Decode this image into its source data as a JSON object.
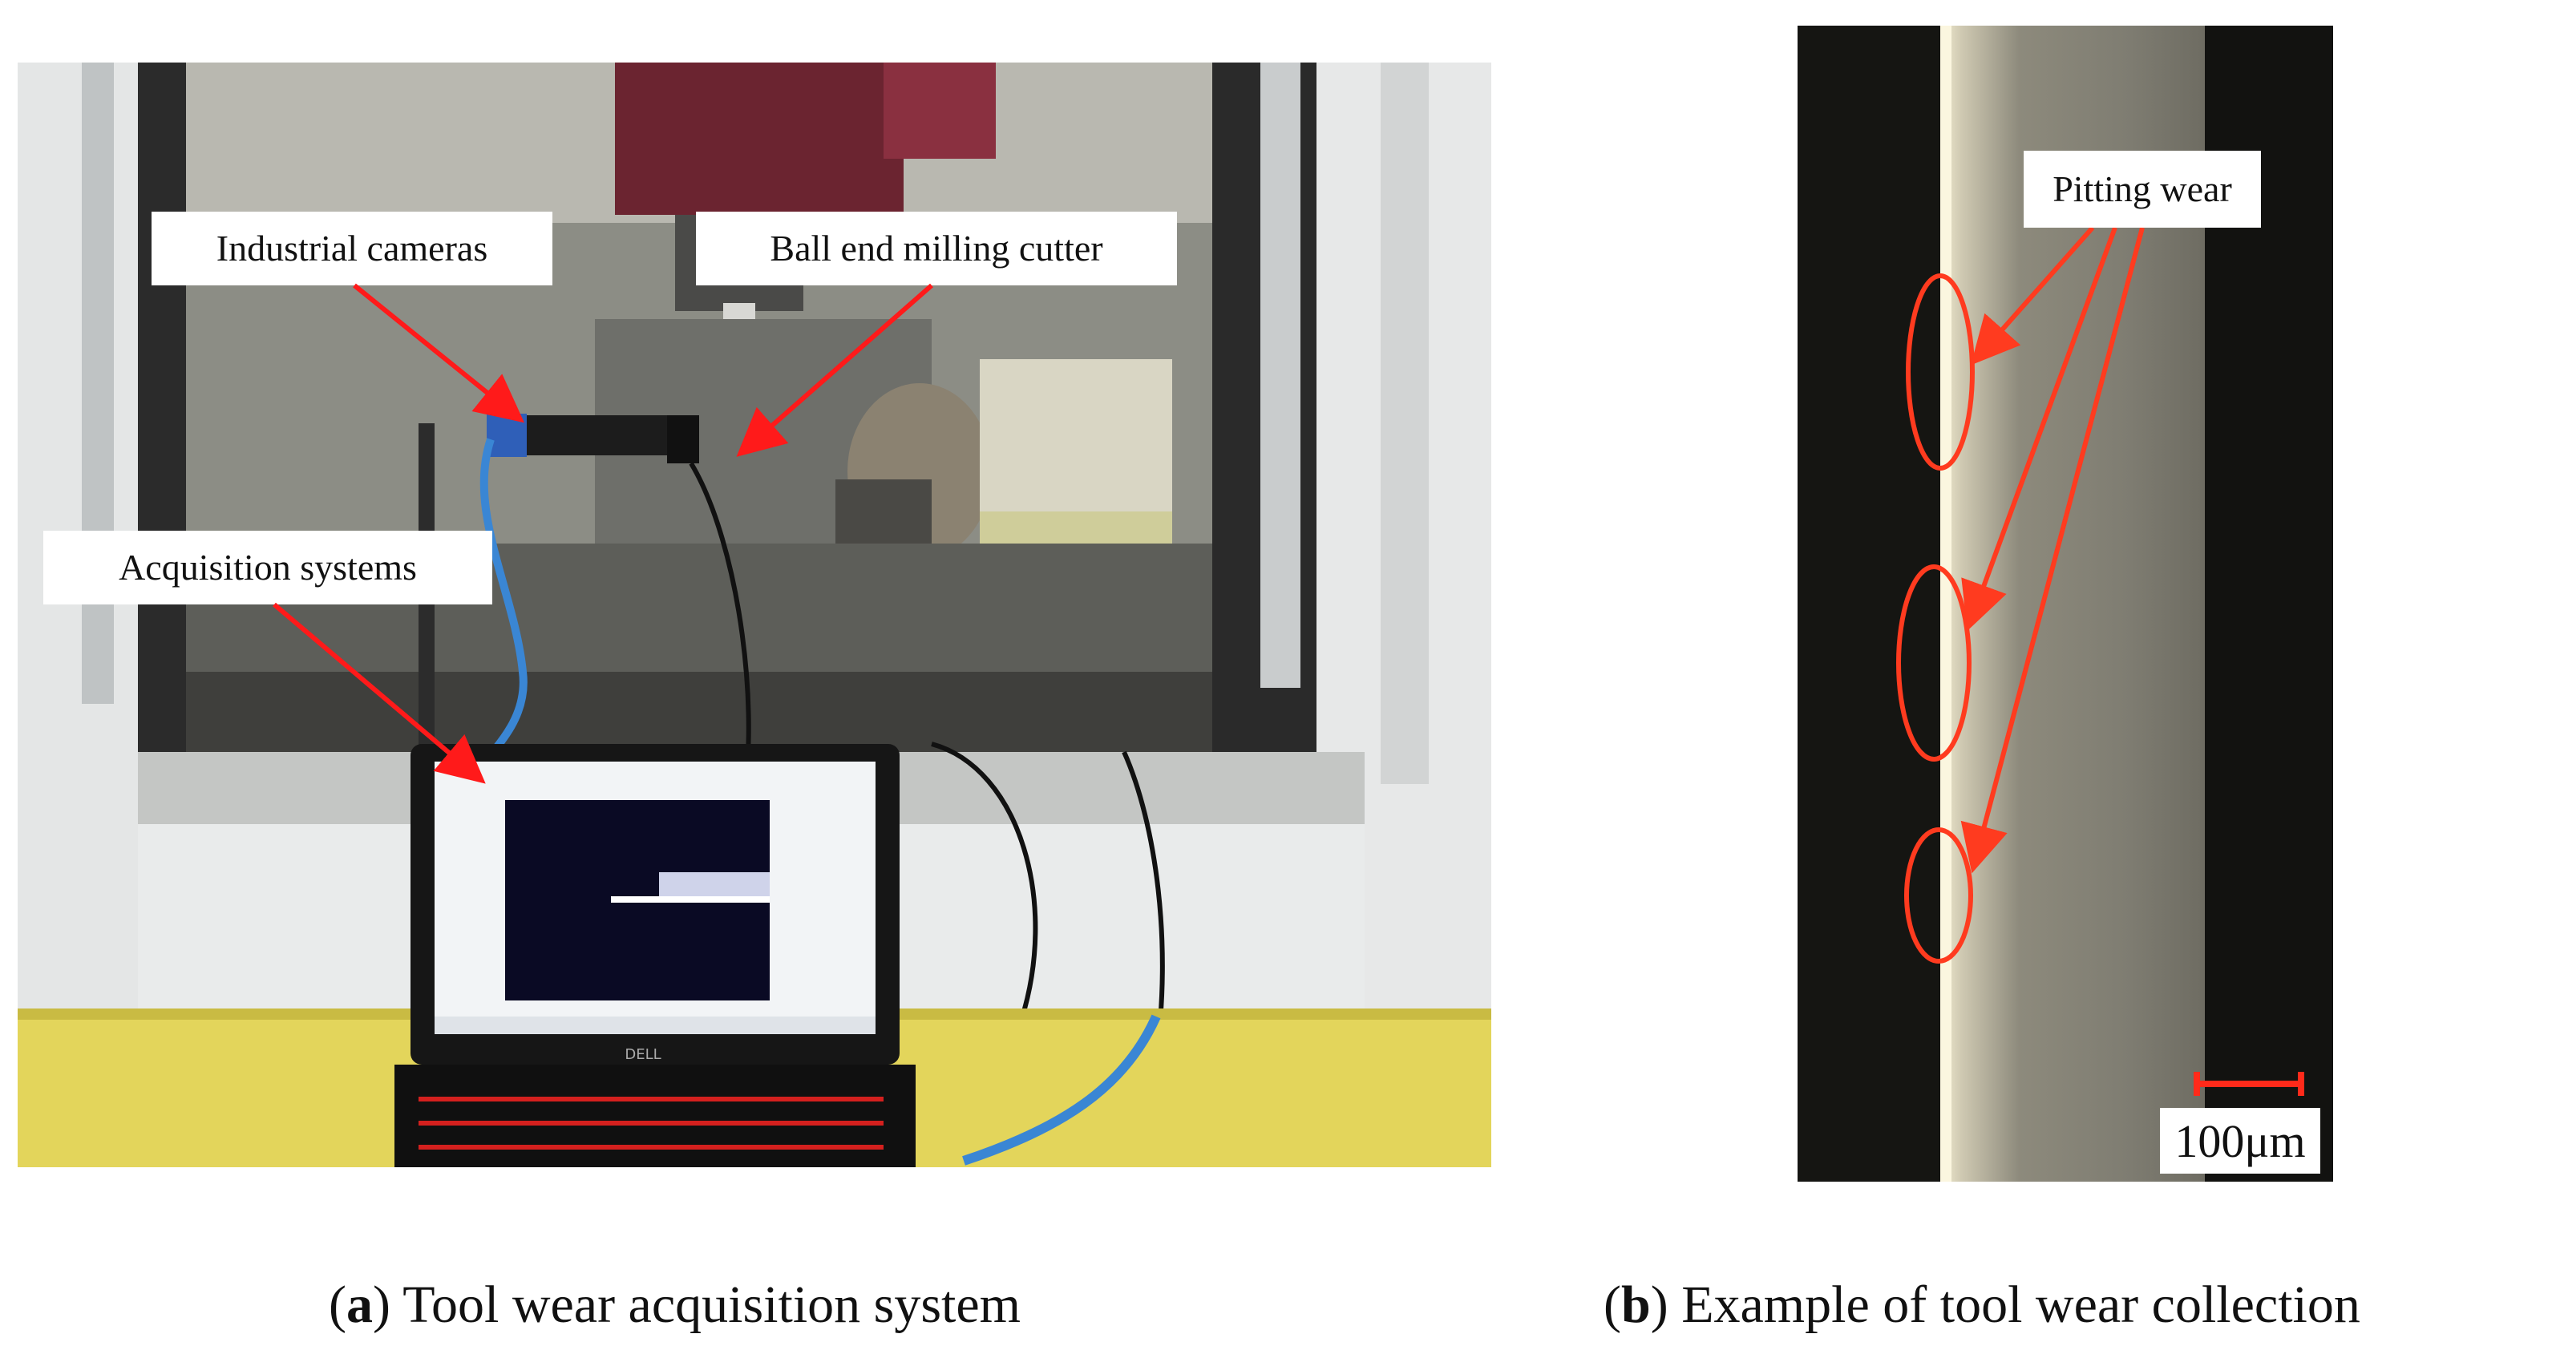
{
  "panel_a": {
    "labels": {
      "industrial_cameras": "Industrial cameras",
      "ball_end_milling_cutter": "Ball end milling cutter",
      "acquisition_systems": "Acquisition systems"
    },
    "laptop_brand": "DELL",
    "caption_letter": "a",
    "caption_text": " Tool wear acquisition system"
  },
  "panel_b": {
    "labels": {
      "pitting_wear": "Pitting wear"
    },
    "scale_bar_label": "100μm",
    "caption_letter": "b",
    "caption_text": " Example of tool wear collection"
  },
  "colors": {
    "annotation_red": "#ff1a1a",
    "wear_orange_red": "#ff3b1f"
  }
}
